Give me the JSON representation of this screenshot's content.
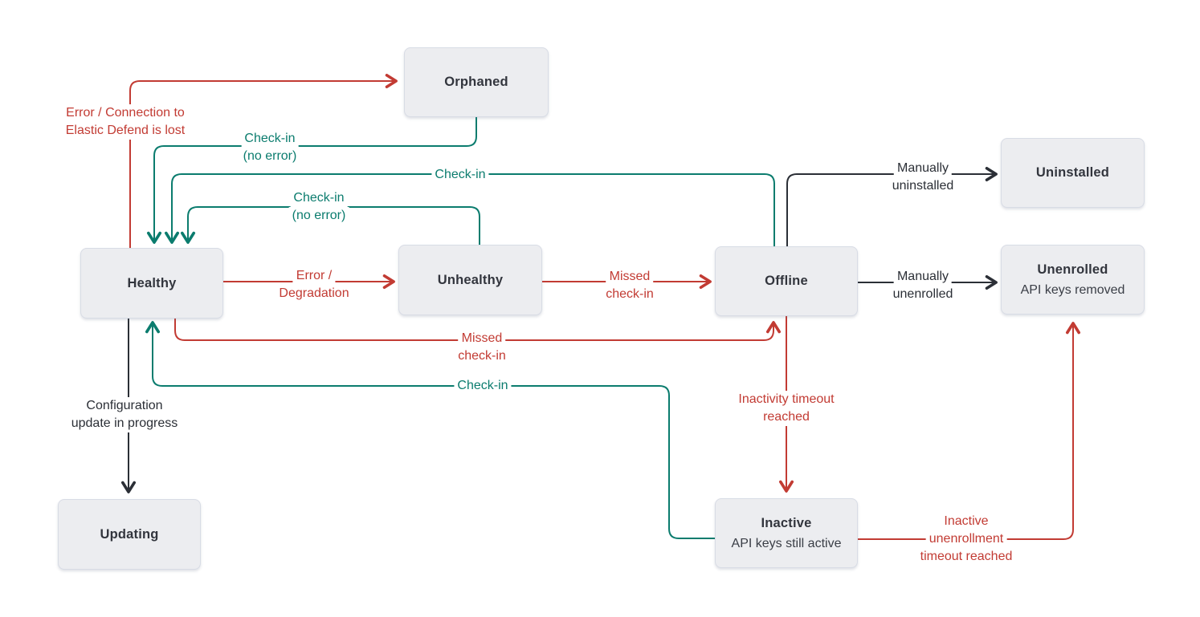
{
  "colors": {
    "red": "#c23b33",
    "teal": "#0b7c6e",
    "dark": "#2b2f36",
    "node_fill": "#ecedf0",
    "node_border": "#d8dce5",
    "node_text": "#343741",
    "background": "#ffffff"
  },
  "nodes": [
    {
      "id": "orphaned",
      "title": "Orphaned"
    },
    {
      "id": "healthy",
      "title": "Healthy"
    },
    {
      "id": "unhealthy",
      "title": "Unhealthy"
    },
    {
      "id": "offline",
      "title": "Offline"
    },
    {
      "id": "uninstalled",
      "title": "Uninstalled"
    },
    {
      "id": "unenrolled",
      "title": "Unenrolled",
      "subtitle": "API keys removed"
    },
    {
      "id": "updating",
      "title": "Updating"
    },
    {
      "id": "inactive",
      "title": "Inactive",
      "subtitle": "API keys still active"
    }
  ],
  "edges": [
    {
      "from": "healthy",
      "to": "orphaned",
      "color": "red",
      "label_lines": [
        "Error / Connection to",
        "Elastic Defend is lost"
      ]
    },
    {
      "from": "orphaned",
      "to": "healthy",
      "color": "teal",
      "label_lines": [
        "Check-in",
        "(no error)"
      ]
    },
    {
      "from": "offline",
      "to": "healthy",
      "color": "teal",
      "label_lines": [
        "Check-in"
      ]
    },
    {
      "from": "unhealthy",
      "to": "healthy",
      "color": "teal",
      "label_lines": [
        "Check-in",
        "(no error)"
      ]
    },
    {
      "from": "healthy",
      "to": "unhealthy",
      "color": "red",
      "label_lines": [
        "Error /",
        "Degradation"
      ]
    },
    {
      "from": "unhealthy",
      "to": "offline",
      "color": "red",
      "label_lines": [
        "Missed",
        "check-in"
      ]
    },
    {
      "from": "offline",
      "to": "uninstalled",
      "color": "dark",
      "label_lines": [
        "Manually",
        "uninstalled"
      ]
    },
    {
      "from": "offline",
      "to": "unenrolled",
      "color": "dark",
      "label_lines": [
        "Manually",
        "unenrolled"
      ]
    },
    {
      "from": "healthy",
      "to": "offline",
      "color": "red",
      "label_lines": [
        "Missed",
        "check-in"
      ]
    },
    {
      "from": "inactive",
      "to": "healthy",
      "color": "teal",
      "label_lines": [
        "Check-in"
      ]
    },
    {
      "from": "healthy",
      "to": "updating",
      "color": "dark",
      "label_lines": [
        "Configuration",
        "update in progress"
      ]
    },
    {
      "from": "offline",
      "to": "inactive",
      "color": "red",
      "label_lines": [
        "Inactivity timeout",
        "reached"
      ]
    },
    {
      "from": "inactive",
      "to": "unenrolled",
      "color": "red",
      "label_lines": [
        "Inactive",
        "unenrollment",
        "timeout reached"
      ]
    }
  ]
}
